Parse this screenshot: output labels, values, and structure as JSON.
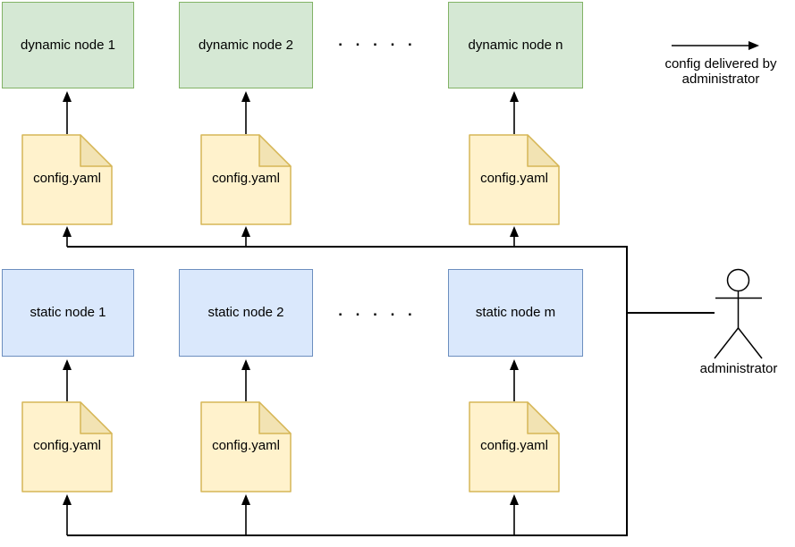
{
  "diagram": {
    "dynamic_row": {
      "nodes": [
        "dynamic node 1",
        "dynamic node 2",
        "dynamic node n"
      ],
      "dots": ". . . . ."
    },
    "static_row": {
      "nodes": [
        "static node 1",
        "static node 2",
        "static node m"
      ],
      "dots": ". . . . ."
    },
    "config_files_top": [
      "config.yaml",
      "config.yaml",
      "config.yaml"
    ],
    "config_files_bottom": [
      "config.yaml",
      "config.yaml",
      "config.yaml"
    ],
    "legend": {
      "lines": [
        "config delivered by",
        "administrator"
      ]
    },
    "actor": {
      "label": "administrator"
    }
  },
  "colors": {
    "dynamic-fill": "#d5e8d4",
    "dynamic-stroke": "#82b366",
    "static-fill": "#dae8fc",
    "static-stroke": "#6c8ebf",
    "file-fill": "#fff2cc",
    "file-fold": "#f2e3b3",
    "file-stroke": "#d6b656",
    "line": "#000000",
    "text": "#000000",
    "background": "#ffffff"
  }
}
